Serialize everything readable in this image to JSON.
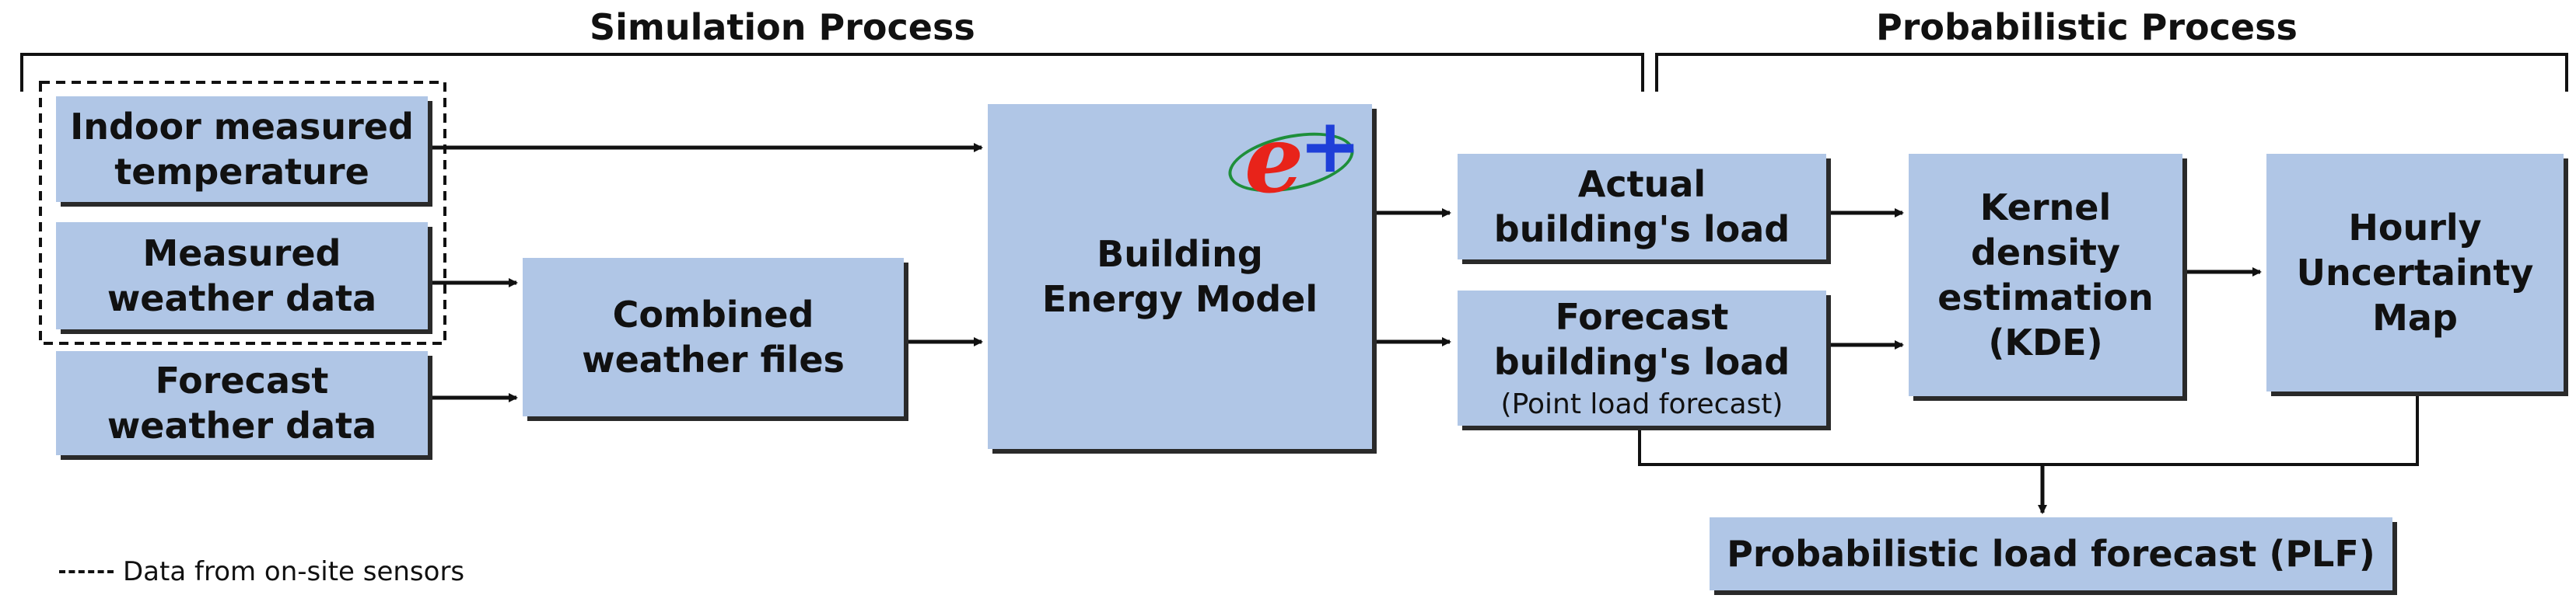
{
  "headings": {
    "simulation": "Simulation Process",
    "probabilistic": "Probabilistic Process"
  },
  "boxes": {
    "indoor_temp": [
      "Indoor measured",
      "temperature"
    ],
    "measured_weather": [
      "Measured",
      "weather data"
    ],
    "forecast_weather": [
      "Forecast",
      "weather data"
    ],
    "combined_weather": [
      "Combined",
      "weather files"
    ],
    "building_model": [
      "Building",
      "Energy Model"
    ],
    "actual_load": [
      "Actual",
      "building's load"
    ],
    "forecast_load": [
      "Forecast",
      "building's load"
    ],
    "forecast_load_note": "(Point load forecast)",
    "kde": [
      "Kernel",
      "density",
      "estimation",
      "(KDE)"
    ],
    "uncertainty_map": [
      "Hourly",
      "Uncertainty",
      "Map"
    ],
    "plf": "Probabilistic load forecast (PLF)"
  },
  "legend": {
    "dashed_label": "Data from on-site sensors"
  },
  "logo": {
    "letter": "e",
    "plus": "+",
    "name": "energyplus-logo-icon"
  },
  "colors": {
    "box_fill": "#b0c6e6",
    "box_shadow": "#2a2a2a",
    "line": "#111111",
    "logo_red": "#e8231a",
    "logo_blue": "#1f3fd8",
    "logo_green": "#1e8f3a"
  }
}
